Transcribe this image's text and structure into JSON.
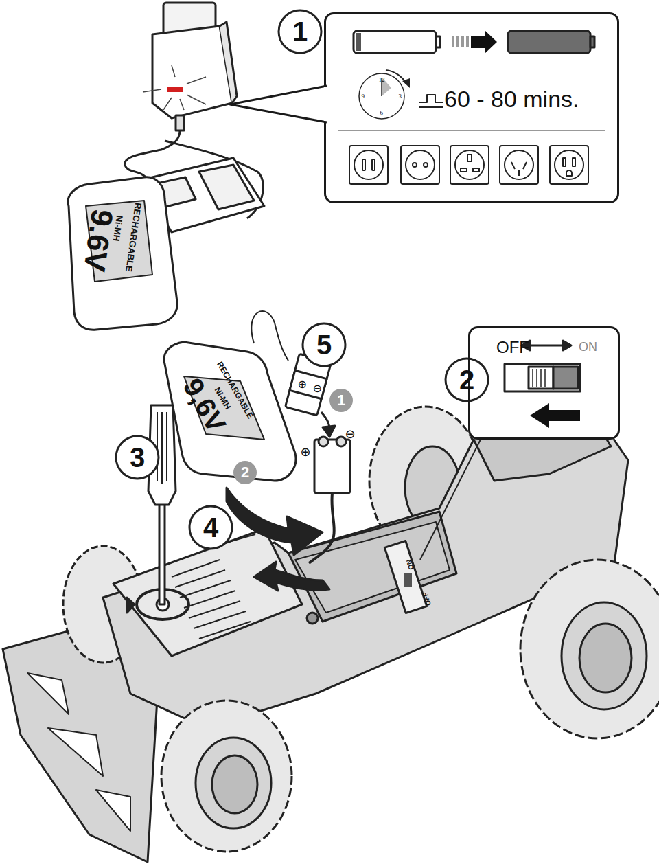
{
  "diagram": {
    "nodes": [
      {
        "text": [
          "60 - 80 mins."
        ]
      },
      {
        "text": [
          "OFF",
          "ON"
        ]
      }
    ],
    "labels": [
      "1",
      "2",
      "3",
      "4",
      "5",
      "1",
      "2",
      "RECHARGABLE",
      "Ni-MH",
      "9.6V",
      "RECHARGABLE",
      "Ni-MH",
      "9,6V",
      "⊕",
      "⊖",
      "⊕",
      "⊖",
      "12",
      "3",
      "6",
      "9",
      "ON",
      "OFF"
    ]
  }
}
